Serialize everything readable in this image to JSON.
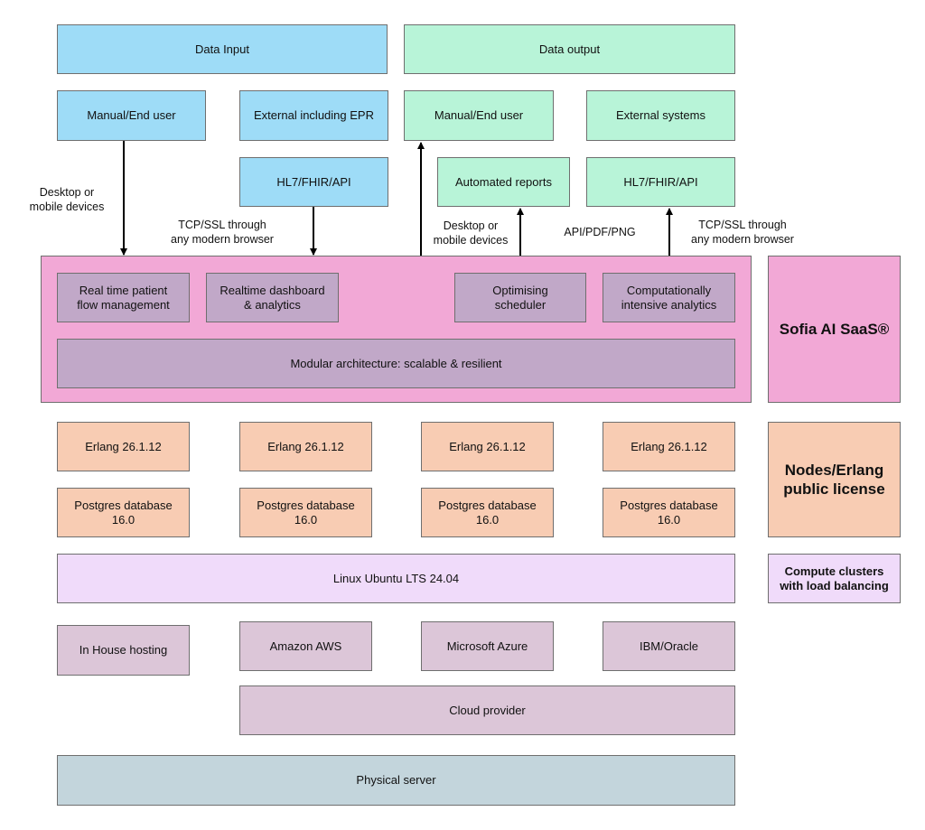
{
  "colors": {
    "input": "#9edcf7",
    "output": "#b8f4d8",
    "saas": "#f2a8d6",
    "module": "#c1a8c8",
    "erlang": "#f8ccb3",
    "linux": "#f0dbfa",
    "hosting": "#dcc6d8",
    "physical": "#c3d5dc"
  },
  "input": {
    "header": "Data Input",
    "manual": "Manual/End user",
    "external": "External including EPR",
    "hl7": "HL7/FHIR/API",
    "desktop_note": "Desktop or\nmobile devices",
    "tcp_note": "TCP/SSL through\nany modern browser"
  },
  "output": {
    "header": "Data output",
    "manual": "Manual/End user",
    "external": "External systems",
    "automated": "Automated reports",
    "hl7": "HL7/FHIR/API",
    "desktop_note": "Desktop or\nmobile devices",
    "api_note": "API/PDF/PNG",
    "tcp_note": "TCP/SSL through\nany modern browser"
  },
  "saas": {
    "modules": [
      "Real time patient\nflow management",
      "Realtime dashboard\n& analytics",
      "Optimising\nscheduler",
      "Computationally\nintensive analytics"
    ],
    "architecture": "Modular architecture: scalable & resilient",
    "side_label": "Sofia AI SaaS®"
  },
  "nodes": {
    "erlang": [
      "Erlang 26.1.12",
      "Erlang 26.1.12",
      "Erlang 26.1.12",
      "Erlang 26.1.12"
    ],
    "postgres": [
      "Postgres database\n16.0",
      "Postgres database\n16.0",
      "Postgres database\n16.0",
      "Postgres database\n16.0"
    ],
    "side_label": "Nodes/Erlang\npublic license"
  },
  "os": {
    "linux": "Linux Ubuntu LTS 24.04",
    "side_label": "Compute clusters\nwith load balancing"
  },
  "hosting": {
    "in_house": "In House hosting",
    "aws": "Amazon AWS",
    "azure": "Microsoft Azure",
    "ibm": "IBM/Oracle",
    "cloud": "Cloud provider",
    "physical": "Physical server"
  }
}
